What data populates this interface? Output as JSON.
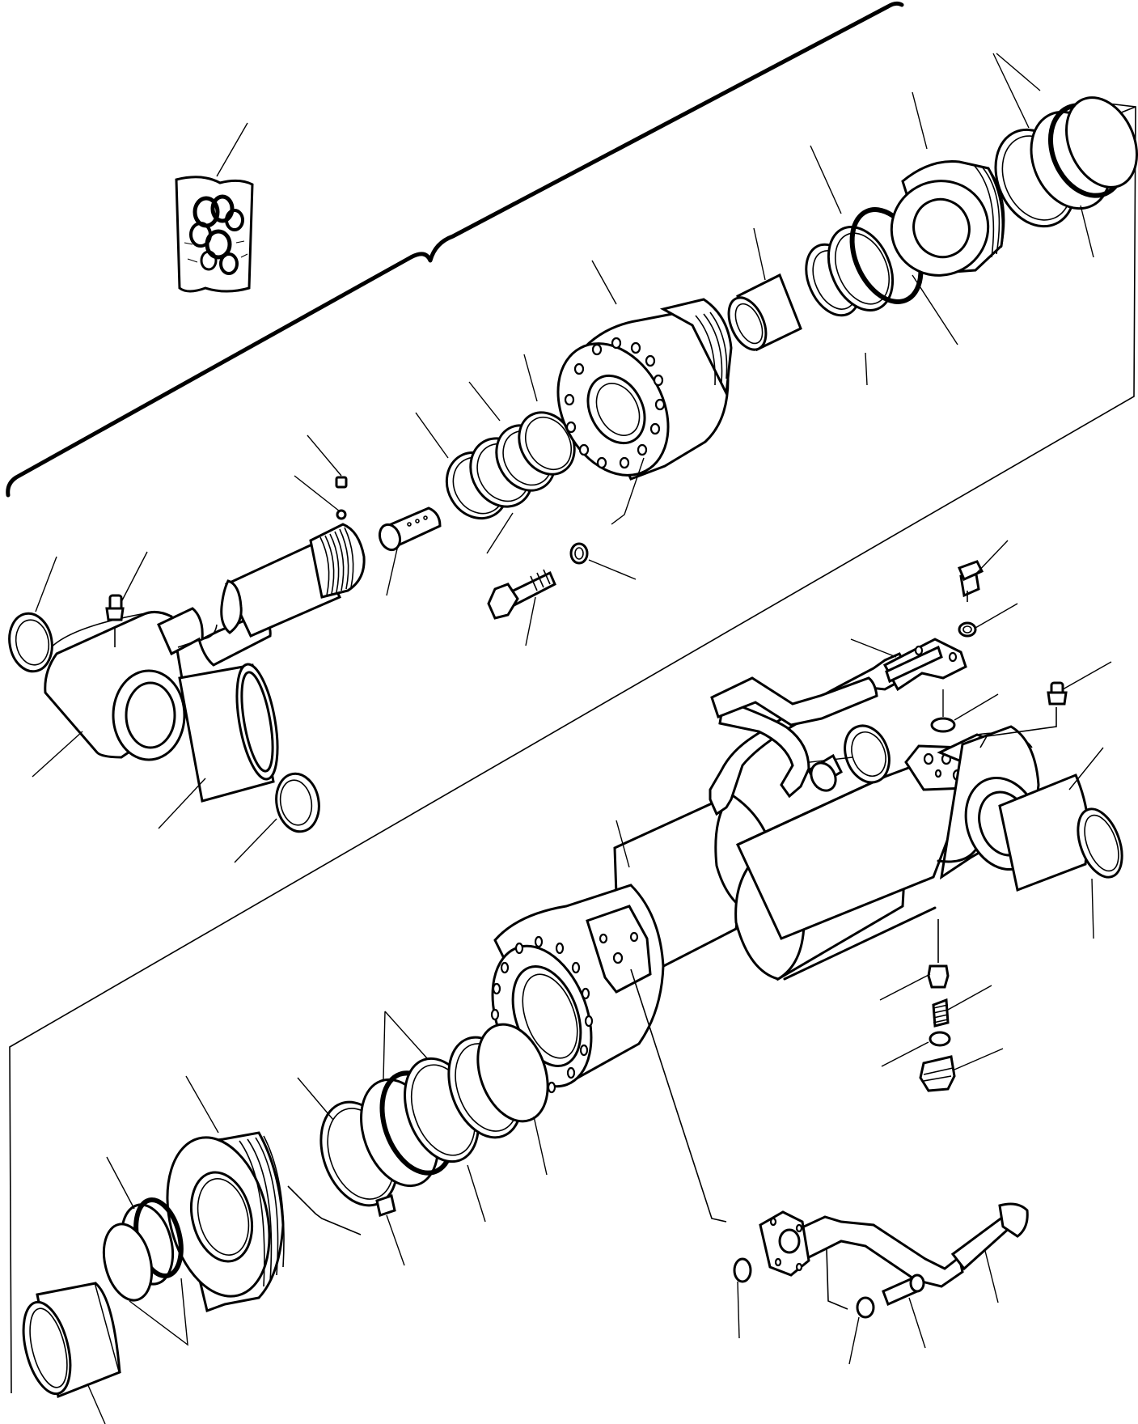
{
  "figure": {
    "background": "#ffffff",
    "ink": "#000000"
  },
  "assemblies": [
    {
      "name": "seal-kit"
    },
    {
      "name": "rod-assembly"
    },
    {
      "name": "cylinder-tube-assembly"
    },
    {
      "name": "piston-assembly"
    },
    {
      "name": "piping"
    }
  ]
}
